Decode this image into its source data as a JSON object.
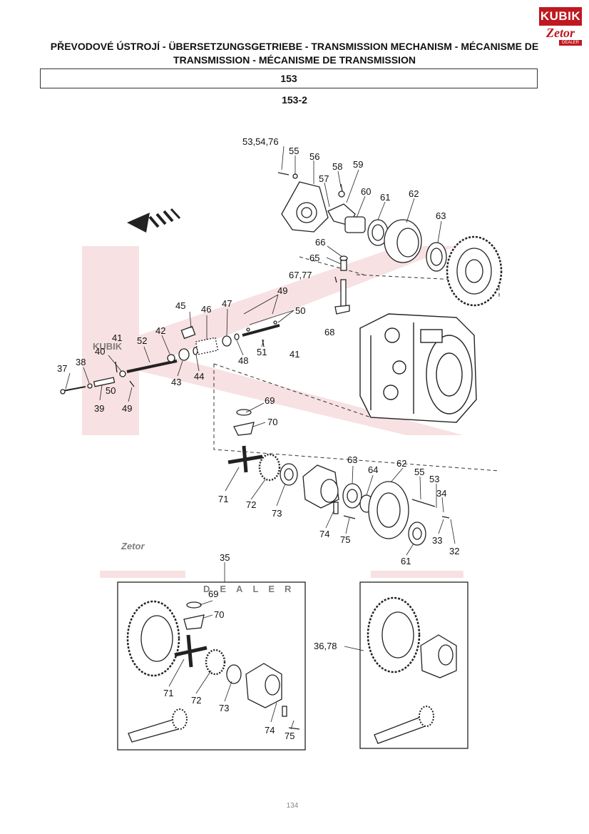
{
  "header": {
    "title_line1": "PŘEVODOVÉ ÚSTROJÍ - ÜBERSETZUNGSGETRIEBE - TRANSMISSION MECHANISM - MÉCANISME DE",
    "title_line2": "TRANSMISSION - MÉCANISME DE TRANSMISSION",
    "group_number": "153",
    "sub_number": "153-2"
  },
  "logo": {
    "brand": "KUBIK",
    "make": "Zetor",
    "tag": "DEALER"
  },
  "watermark": {
    "brand": "KUBIK",
    "make": "Zetor",
    "tag": "DEALER"
  },
  "footer": {
    "page_number": "134"
  },
  "callouts": {
    "c53_54_76": "53,54,76",
    "c55a": "55",
    "c56": "56",
    "c57": "57",
    "c58": "58",
    "c59": "59",
    "c60": "60",
    "c61a": "61",
    "c62a": "62",
    "c63a": "63",
    "c66": "66",
    "c65": "65",
    "c67_77": "67,77",
    "c68": "68",
    "c49a": "49",
    "c50a": "50",
    "c45": "45",
    "c46": "46",
    "c47": "47",
    "c48": "48",
    "c51": "51",
    "c41a": "41",
    "c41b": "41",
    "c42": "42",
    "c52": "52",
    "c40": "40",
    "c38": "38",
    "c37": "37",
    "c43": "43",
    "c44": "44",
    "c50b": "50",
    "c39": "39",
    "c49b": "49",
    "c69a": "69",
    "c70a": "70",
    "c71a": "71",
    "c72a": "72",
    "c73a": "73",
    "c63b": "63",
    "c64": "64",
    "c62b": "62",
    "c55b": "55",
    "c53": "53",
    "c34": "34",
    "c74a": "74",
    "c75a": "75",
    "c33": "33",
    "c32": "32",
    "c61b": "61",
    "c35": "35",
    "c69b": "69",
    "c70b": "70",
    "c71b": "71",
    "c72b": "72",
    "c73b": "73",
    "c74b": "74",
    "c75b": "75",
    "c36_78": "36,78"
  },
  "colors": {
    "watermark": "#f3c9cb",
    "logo_red": "#c01820",
    "line": "#222222"
  }
}
